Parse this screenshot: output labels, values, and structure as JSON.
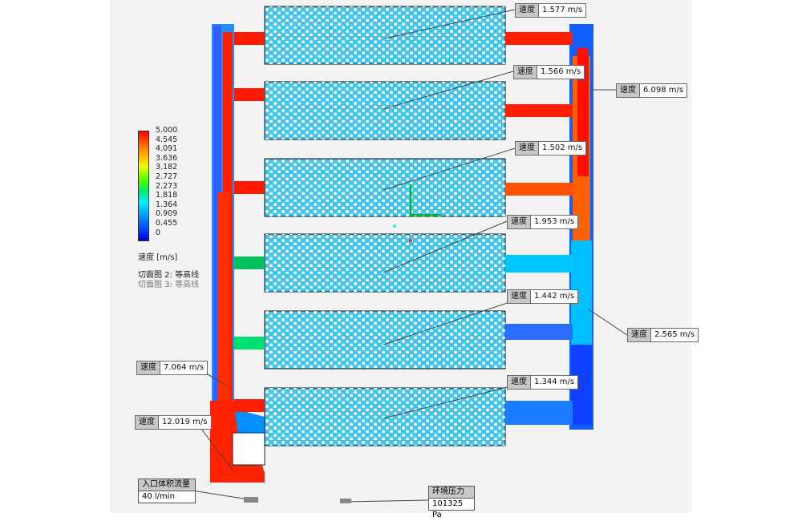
{
  "legend": {
    "ticks": [
      "5.000",
      "4.545",
      "4.091",
      "3.636",
      "3.182",
      "2.727",
      "2.273",
      "1.818",
      "1.364",
      "0.909",
      "0.455",
      "0"
    ],
    "unit": "速度 [m/s]",
    "cut_plot_2": "切面图 2: 等高线",
    "cut_plot_3": "切面图 3: 等高线",
    "colors": [
      "#ff0000",
      "#ffb000",
      "#4dff00",
      "#00f0ff",
      "#0000d8"
    ]
  },
  "probes": [
    {
      "key": "速度",
      "value": "1.577 m/s"
    },
    {
      "key": "速度",
      "value": "1.566 m/s"
    },
    {
      "key": "速度",
      "value": "1.502 m/s"
    },
    {
      "key": "速度",
      "value": "1.953 m/s"
    },
    {
      "key": "速度",
      "value": "1.442 m/s"
    },
    {
      "key": "速度",
      "value": "1.344 m/s"
    },
    {
      "key": "速度",
      "value": "6.098 m/s"
    },
    {
      "key": "速度",
      "value": "2.565 m/s"
    },
    {
      "key": "速度",
      "value": "7.064 m/s"
    },
    {
      "key": "速度",
      "value": "12.019 m/s"
    }
  ],
  "inlet": {
    "title": "入口体积流量",
    "value": "40 l/min"
  },
  "outlet": {
    "title": "环境压力",
    "value": "101325 Pa"
  }
}
